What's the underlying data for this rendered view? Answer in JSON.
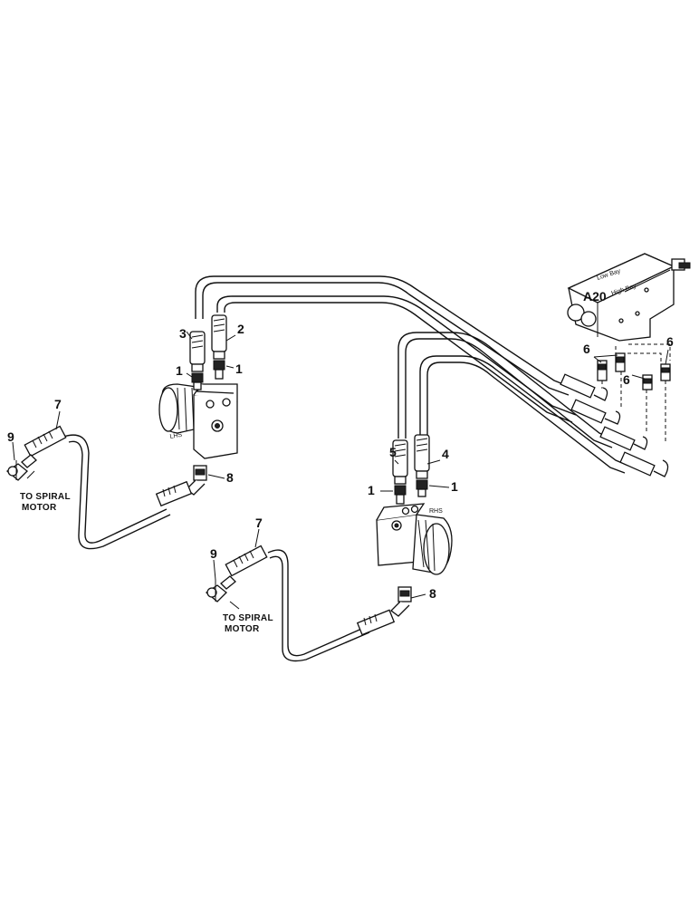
{
  "labels": {
    "spiral_left": [
      "TO SPIRAL",
      "MOTOR"
    ],
    "spiral_right": [
      "TO SPIRAL",
      "MOTOR"
    ],
    "valve_low_bay": "Low Bay",
    "valve_high_bay": "High Bay",
    "valve_id": "A20",
    "motor_left": "LHS",
    "motor_right": "RHS"
  },
  "callouts": {
    "c1_lm_left": "1",
    "c1_lm_right": "1",
    "c2": "2",
    "c3": "3",
    "c7_left": "7",
    "c9_left": "9",
    "c8_left": "8",
    "c5": "5",
    "c4": "4",
    "c1_rm_left": "1",
    "c1_rm_right": "1",
    "c7_right": "7",
    "c9_right": "9",
    "c8_right": "8",
    "c6_a": "6",
    "c6_b": "6",
    "c6_c": "6"
  }
}
